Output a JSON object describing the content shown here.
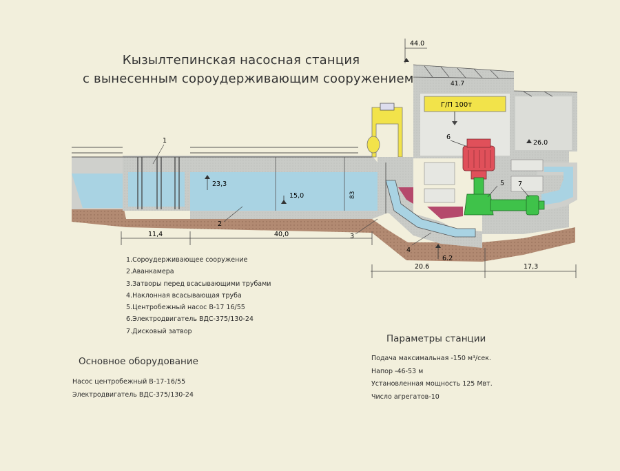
{
  "title": {
    "line1": "Кызылтепинская насосная станция",
    "line2": "с вынесенным сороудерживающим сооружением"
  },
  "diagram": {
    "elevations": {
      "e44": "44.0",
      "e41_7": "41.7",
      "e26": "26.0",
      "e23_3": "23,3",
      "e15": "15,0",
      "e83": "83",
      "e6_2": "6.2"
    },
    "crane_label": "Г/П 100т",
    "dimensions": {
      "d11_4": "11,4",
      "d40": "40,0",
      "d20_6": "20.6",
      "d17_3": "17,3"
    },
    "callouts": [
      "1",
      "2",
      "3",
      "4",
      "5",
      "6",
      "7"
    ]
  },
  "legend": [
    "1.Сороудерживающее сооружение",
    "2.Аванкамера",
    "3.Затворы перед всасывающими трубами",
    "4.Наклонная всасывающая труба",
    "5.Центробежный насос В-17 16/55",
    "6.Электродвигатель ВДС-375/130-24",
    "7.Дисковый затвор"
  ],
  "equipment": {
    "heading": "Основное оборудование",
    "items": [
      "Насос центробежный В-17-16/55",
      "Электродвигатель ВДС-375/130-24"
    ]
  },
  "parameters": {
    "heading": "Параметры станции",
    "items": [
      "Подача максимальная -150 м³/сек.",
      "Напор -46-53 м",
      "Установленная мощность 125 Мвт.",
      "Число агрегатов-10"
    ]
  },
  "colors": {
    "background": "#f2efdc",
    "concrete": "#c9cbc7",
    "water": "#a9d3e3",
    "soil": "#b28a72",
    "motor": "#e0505a",
    "pump": "#3fc24a",
    "crane": "#f2e34a"
  }
}
